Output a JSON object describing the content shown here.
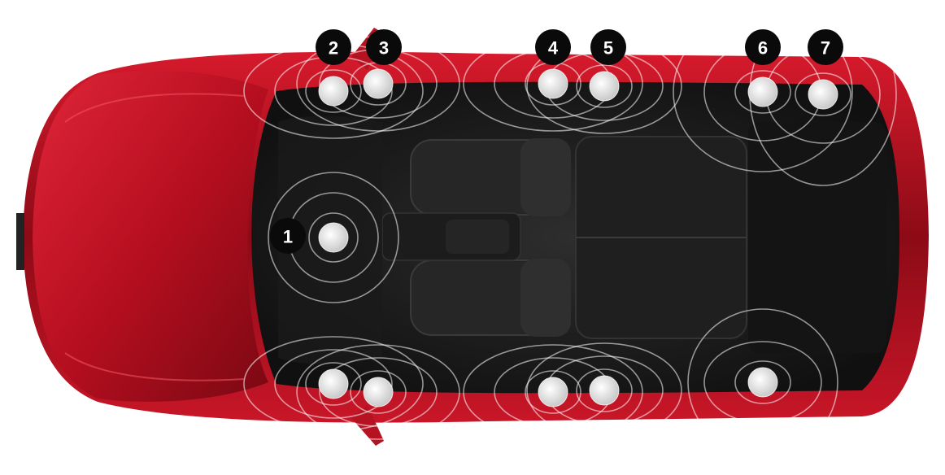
{
  "speakers": [
    {
      "number": "1",
      "label": "1"
    },
    {
      "number": "2",
      "label": "2"
    },
    {
      "number": "3",
      "label": "3"
    },
    {
      "number": "4",
      "label": "4"
    },
    {
      "number": "5",
      "label": "5"
    },
    {
      "number": "6",
      "label": "6"
    },
    {
      "number": "7",
      "label": "7"
    }
  ],
  "colors": {
    "body_paint": "#c0101e",
    "cabin": "#151515",
    "badge": "#0a0a0a",
    "speaker": "#e6e6e6"
  }
}
